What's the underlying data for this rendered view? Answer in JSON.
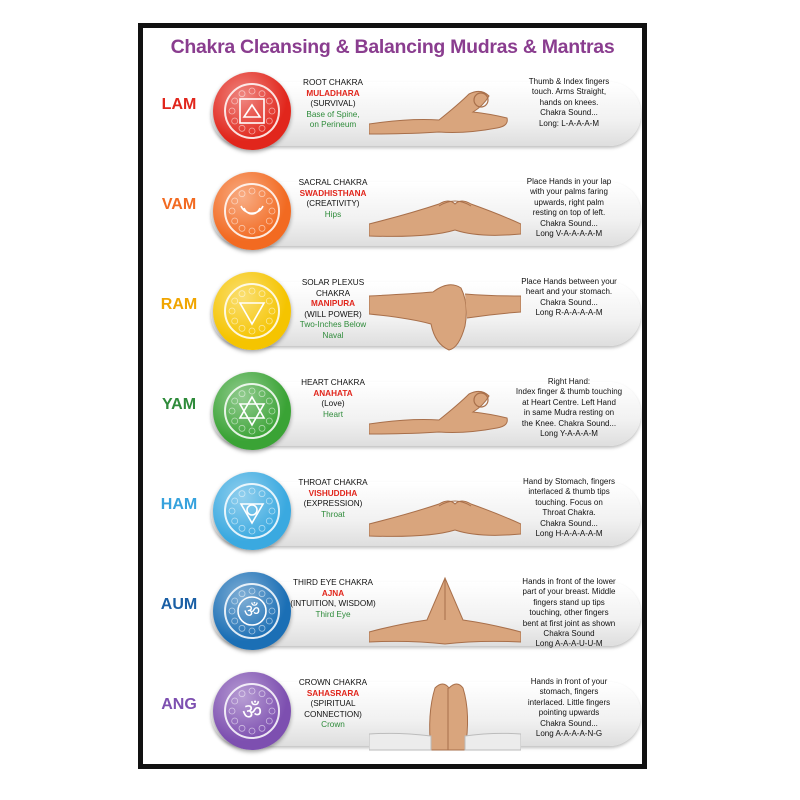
{
  "title": "Chakra Cleansing & Balancing Mudras & Mantras",
  "chakras": [
    {
      "mantra": "LAM",
      "name": "ROOT CHAKRA",
      "sanskrit": "MULADHARA",
      "quality": "(SURVIVAL)",
      "location": [
        "Base of Spine,",
        "on Perineum"
      ],
      "description": [
        "Thumb & Index fingers",
        "touch. Arms Straight,",
        "hands on knees.",
        "Chakra Sound...",
        "Long: L-A-A-A-M"
      ],
      "color": "#e1261c",
      "mantra_color": "#e1261c"
    },
    {
      "mantra": "VAM",
      "name": "SACRAL CHAKRA",
      "sanskrit": "SWADHISTHANA",
      "quality": "(CREATIVITY)",
      "location": [
        "Hips"
      ],
      "description": [
        "Place Hands in your lap",
        "with your palms faring",
        "upwards, right palm",
        "resting on top of left.",
        "Chakra Sound...",
        "Long V-A-A-A-A-M"
      ],
      "color": "#f26a21",
      "mantra_color": "#f26a21"
    },
    {
      "mantra": "RAM",
      "name": "SOLAR PLEXUS CHAKRA",
      "sanskrit": "MANIPURA",
      "quality": "(WILL POWER)",
      "location": [
        "Two-Inches Below",
        "Naval"
      ],
      "description": [
        "Place Hands between your",
        "heart and your stomach.",
        "Chakra Sound...",
        "Long R-A-A-A-A-M"
      ],
      "color": "#f5c400",
      "mantra_color": "#f0a500"
    },
    {
      "mantra": "YAM",
      "name": "HEART CHAKRA",
      "sanskrit": "ANAHATA",
      "quality": "(Love)",
      "location": [
        "Heart"
      ],
      "description": [
        "Right Hand:",
        "Index finger & thumb touching",
        "at Heart Centre. Left Hand",
        "in same Mudra resting on",
        "the Knee. Chakra Sound...",
        "Long Y-A-A-A-M"
      ],
      "color": "#3aa335",
      "mantra_color": "#2e8b3a"
    },
    {
      "mantra": "HAM",
      "name": "THROAT CHAKRA",
      "sanskrit": "VISHUDDHA",
      "quality": "(EXPRESSION)",
      "location": [
        "Throat"
      ],
      "description": [
        "Hand by Stomach, fingers",
        "interlaced & thumb tips",
        "touching. Focus on",
        "Throat Chakra.",
        "Chakra Sound...",
        "Long H-A-A-A-A-M"
      ],
      "color": "#3aa9e0",
      "mantra_color": "#36a2dd"
    },
    {
      "mantra": "AUM",
      "name": "THIRD EYE CHAKRA",
      "sanskrit": "AJNA",
      "quality": "(INTUITION, WISDOM)",
      "location": [
        "Third Eye"
      ],
      "description": [
        "Hands in front of the lower",
        "part of your breast. Middle",
        "fingers stand up tips",
        "touching, other fingers",
        "bent at first joint as shown",
        "Chakra Sound",
        "Long A-A-A-U-U-M"
      ],
      "color": "#1b6fb5",
      "mantra_color": "#1a5fa5"
    },
    {
      "mantra": "ANG",
      "name": "CROWN CHAKRA",
      "sanskrit": "SAHASRARA",
      "quality": "(SPIRITUAL CONNECTION)",
      "location": [
        "Crown"
      ],
      "description": [
        "Hands in front of your",
        "stomach, fingers",
        "interlaced. Little fingers",
        "pointing upwards",
        "Chakra Sound...",
        "Long A-A-A-A-N-G"
      ],
      "color": "#7d4fb0",
      "mantra_color": "#7d4fb0"
    }
  ],
  "icons": [
    "root-chakra-symbol",
    "sacral-chakra-symbol",
    "solar-plexus-chakra-symbol",
    "heart-chakra-symbol",
    "throat-chakra-symbol",
    "third-eye-chakra-symbol",
    "crown-chakra-symbol"
  ],
  "colors": {
    "title": "#8a3d8f",
    "sanskrit": "#e1261c",
    "location": "#2e8b3a",
    "skin": "#d9a57d",
    "frame": "#111111"
  }
}
